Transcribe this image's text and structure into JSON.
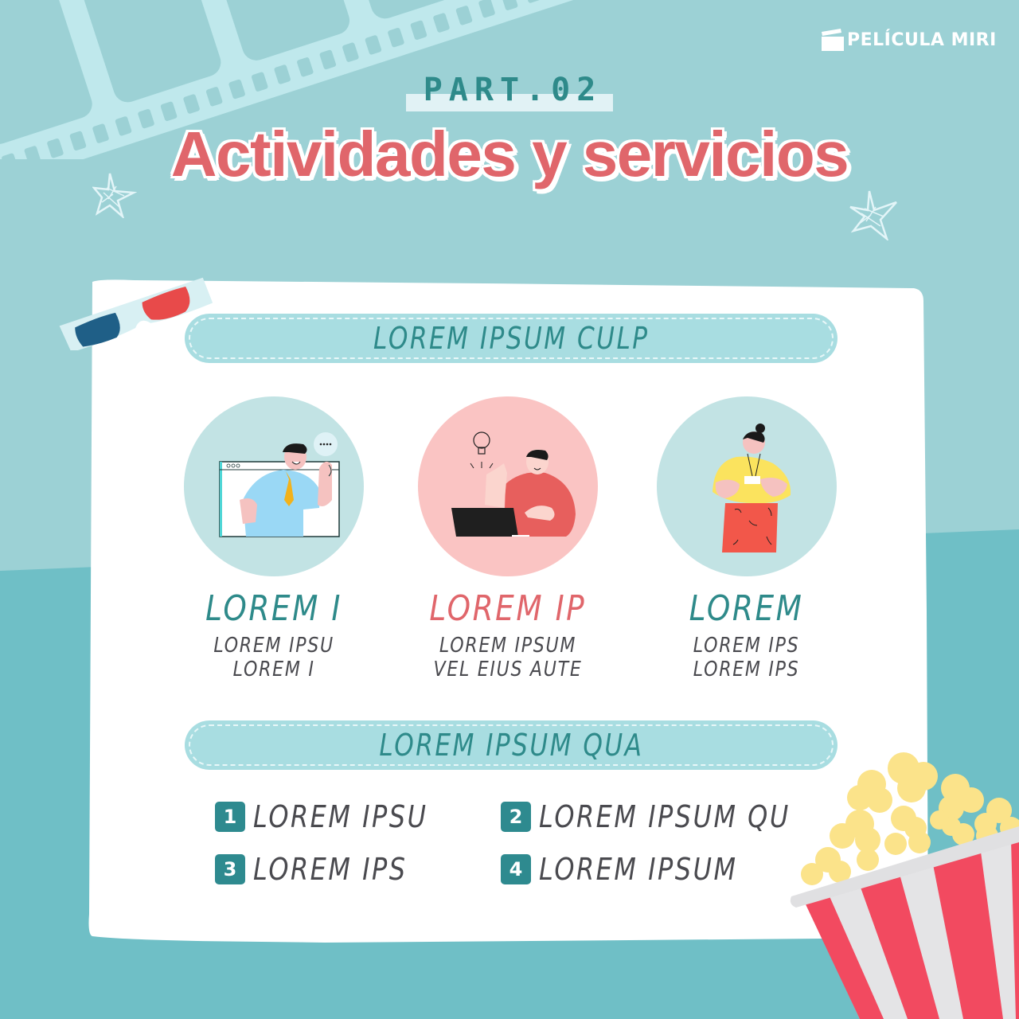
{
  "brand": {
    "name": "PELÍCULA MIRI",
    "icon": "clapperboard-icon"
  },
  "header": {
    "part_label": "PART.02",
    "title": "Actividades y servicios"
  },
  "colors": {
    "background_top": "#9cd1d5",
    "background_bottom": "#6fbfc6",
    "card": "#ffffff",
    "pill": "#a8dde1",
    "teal_text": "#2e8a8a",
    "coral_text": "#e0666b",
    "body_text": "#4a4a4f",
    "badge": "#2e8a8f"
  },
  "section_one": {
    "heading": "LOREM IPSUM CULP",
    "services": [
      {
        "title": "LOREM I",
        "title_color": "#2e8a8a",
        "desc_line1": "LOREM IPSU",
        "desc_line2": "LOREM I",
        "illustration": "man-video-call-illustration",
        "circle_color": "#c2e3e4"
      },
      {
        "title": "LOREM IP",
        "title_color": "#e0666b",
        "desc_line1": "LOREM IPSUM",
        "desc_line2": "VEL EIUS AUTE",
        "illustration": "man-laptop-idea-illustration",
        "circle_color": "#fac4c3"
      },
      {
        "title": "LOREM",
        "title_color": "#2e8a8a",
        "desc_line1": "LOREM IPS",
        "desc_line2": "LOREM IPS",
        "illustration": "woman-badge-illustration",
        "circle_color": "#c2e3e4"
      }
    ]
  },
  "section_two": {
    "heading": "LOREM IPSUM QUA",
    "items": [
      {
        "number": "1",
        "label": "LOREM IPSU"
      },
      {
        "number": "2",
        "label": "LOREM IPSUM QU"
      },
      {
        "number": "3",
        "label": "LOREM IPS"
      },
      {
        "number": "4",
        "label": "LOREM IPSUM"
      }
    ]
  },
  "decorations": [
    "filmstrip-icon",
    "star-icon",
    "3d-glasses-icon",
    "popcorn-icon"
  ]
}
